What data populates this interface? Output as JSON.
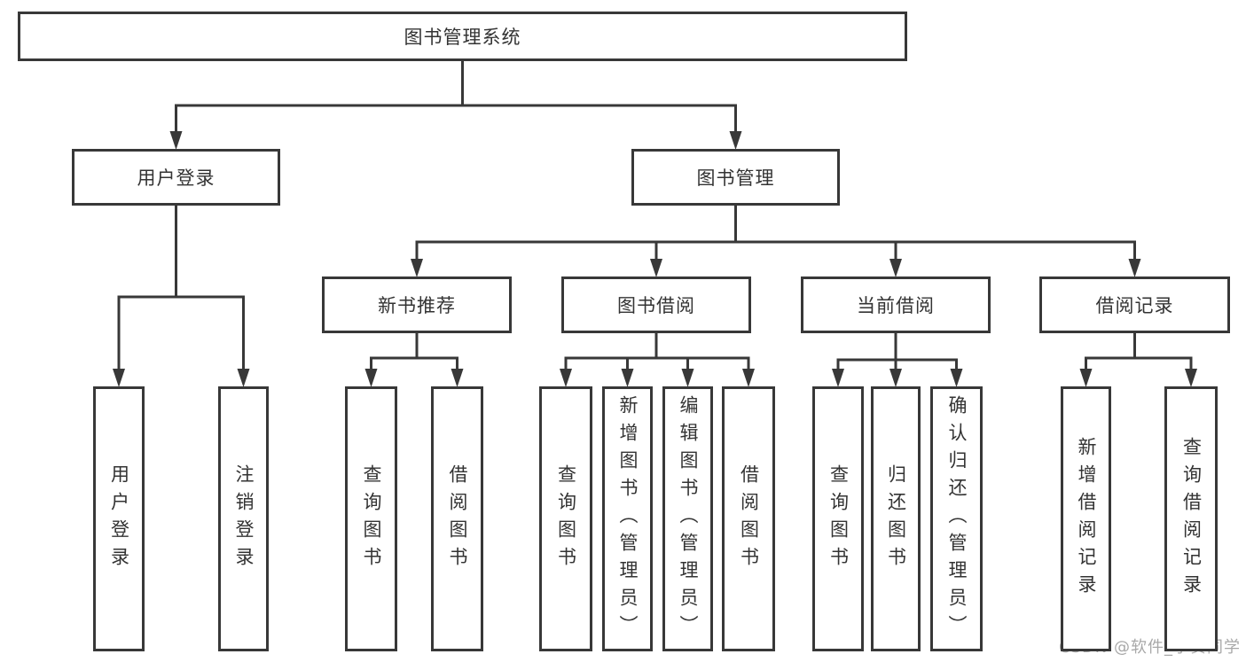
{
  "diagram": {
    "watermark": "CSDN @软件_小贺同学",
    "colors": {
      "line": "#383838",
      "box_border": "#383838",
      "box_background": "#ffffff",
      "text": "#333333",
      "watermark": "#a8a8a8"
    },
    "nodes": [
      {
        "id": "root",
        "label": "图书管理系统",
        "parent": null,
        "orientation": "horizontal"
      },
      {
        "id": "user-login",
        "label": "用户登录",
        "parent": "root",
        "orientation": "horizontal"
      },
      {
        "id": "book-mgmt",
        "label": "图书管理",
        "parent": "root",
        "orientation": "horizontal"
      },
      {
        "id": "new-book-rec",
        "label": "新书推荐",
        "parent": "book-mgmt",
        "orientation": "horizontal"
      },
      {
        "id": "book-borrow",
        "label": "图书借阅",
        "parent": "book-mgmt",
        "orientation": "horizontal"
      },
      {
        "id": "current-borrow",
        "label": "当前借阅",
        "parent": "book-mgmt",
        "orientation": "horizontal"
      },
      {
        "id": "borrow-records",
        "label": "借阅记录",
        "parent": "book-mgmt",
        "orientation": "horizontal"
      },
      {
        "id": "leaf-user-login",
        "label": "用户登录",
        "parent": "user-login",
        "orientation": "vertical"
      },
      {
        "id": "leaf-logout",
        "label": "注销登录",
        "parent": "user-login",
        "orientation": "vertical"
      },
      {
        "id": "leaf-query-book-1",
        "label": "查询图书",
        "parent": "new-book-rec",
        "orientation": "vertical"
      },
      {
        "id": "leaf-borrow-book-1",
        "label": "借阅图书",
        "parent": "new-book-rec",
        "orientation": "vertical"
      },
      {
        "id": "leaf-query-book-2",
        "label": "查询图书",
        "parent": "book-borrow",
        "orientation": "vertical"
      },
      {
        "id": "leaf-add-book",
        "label": "新增图书（管理员）",
        "parent": "book-borrow",
        "orientation": "vertical"
      },
      {
        "id": "leaf-edit-book",
        "label": "编辑图书（管理员）",
        "parent": "book-borrow",
        "orientation": "vertical"
      },
      {
        "id": "leaf-borrow-book-2",
        "label": "借阅图书",
        "parent": "book-borrow",
        "orientation": "vertical"
      },
      {
        "id": "leaf-query-book-3",
        "label": "查询图书",
        "parent": "current-borrow",
        "orientation": "vertical"
      },
      {
        "id": "leaf-return-book",
        "label": "归还图书",
        "parent": "current-borrow",
        "orientation": "vertical"
      },
      {
        "id": "leaf-confirm-return",
        "label": "确认归还（管理员）",
        "parent": "current-borrow",
        "orientation": "vertical"
      },
      {
        "id": "leaf-add-borrow-record",
        "label": "新增借阅记录",
        "parent": "borrow-records",
        "orientation": "vertical"
      },
      {
        "id": "leaf-query-borrow-record",
        "label": "查询借阅记录",
        "parent": "borrow-records",
        "orientation": "vertical"
      }
    ]
  }
}
